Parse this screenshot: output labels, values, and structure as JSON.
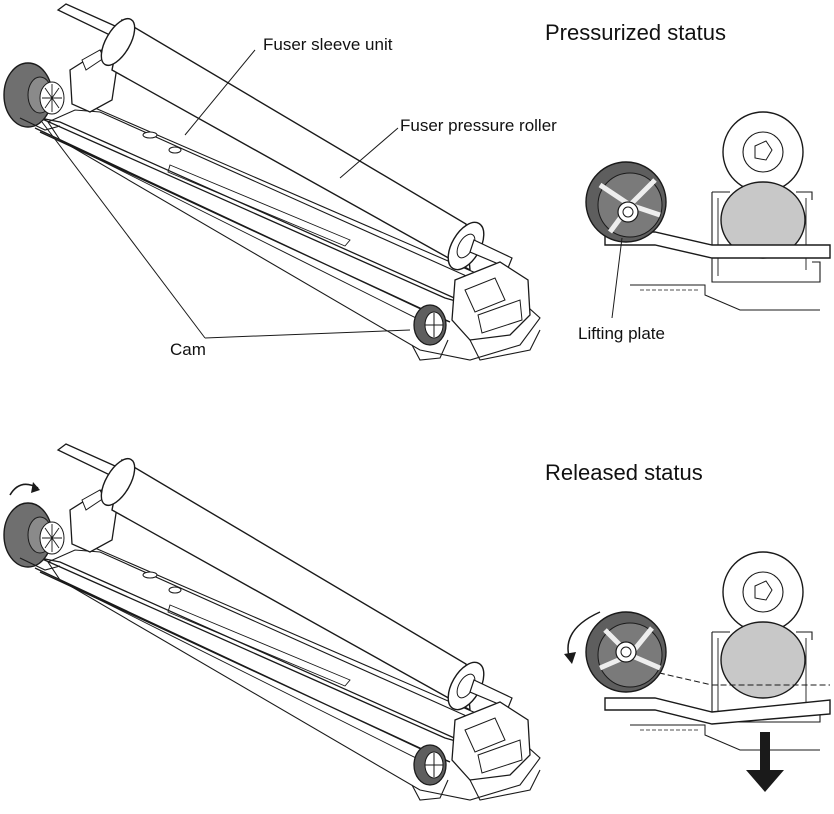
{
  "figure": {
    "top_panel": {
      "title": "Pressurized status",
      "labels": {
        "sleeve": "Fuser sleeve unit",
        "roller": "Fuser pressure roller",
        "cam": "Cam",
        "plate": "Lifting plate"
      }
    },
    "bottom_panel": {
      "title": "Released status"
    },
    "colors": {
      "line": "#1a1a1a",
      "cam_fill": "#6f6f6f",
      "roller_fill": "#c8c8c8",
      "background": "#ffffff"
    }
  }
}
